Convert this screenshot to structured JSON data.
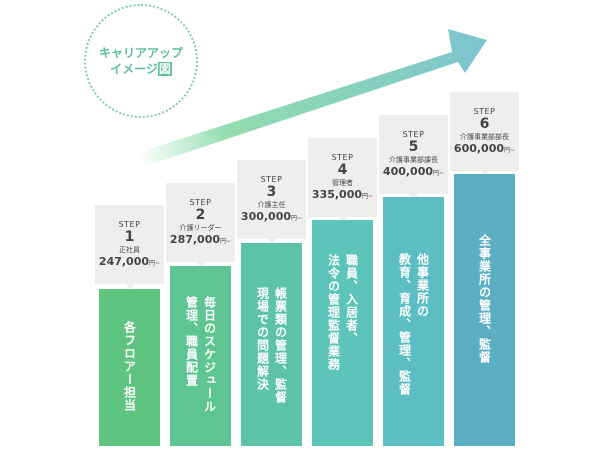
{
  "badge": {
    "line1": "キャリアアップ",
    "line2_text": "イメージ",
    "line2_highlight": "図",
    "border_color": "#7fc9b5",
    "text_color": "#5cbf9f"
  },
  "arrow": {
    "gradient_start": "#7fd6a0",
    "gradient_end": "#7cc4d0"
  },
  "steps": [
    {
      "label": "STEP",
      "number": "1",
      "role": "正社員",
      "salary": "247,000",
      "suffix": "円~",
      "duties": [
        "各フロアー担当"
      ],
      "color": "#5fc47f"
    },
    {
      "label": "STEP",
      "number": "2",
      "role": "介護リーダー",
      "salary": "287,000",
      "suffix": "円~",
      "duties": [
        "毎日のスケジュール",
        "管理、職員配置"
      ],
      "color": "#5ec491"
    },
    {
      "label": "STEP",
      "number": "3",
      "role": "介護主任",
      "salary": "300,000",
      "suffix": "円~",
      "duties": [
        "帳票類の管理、監督",
        "現場での問題解決"
      ],
      "color": "#5dc3a6"
    },
    {
      "label": "STEP",
      "number": "4",
      "role": "管理者",
      "salary": "335,000",
      "suffix": "円~",
      "duties": [
        "職員、入居者、",
        "法令の管理監督業務"
      ],
      "color": "#5cc4b8"
    },
    {
      "label": "STEP",
      "number": "5",
      "role": "介護事業部課長",
      "salary": "400,000",
      "suffix": "円~",
      "duties": [
        "他事業所の",
        "教育、育成、管理、監督"
      ],
      "color": "#5cbec3"
    },
    {
      "label": "STEP",
      "number": "6",
      "role": "介護事業部部長",
      "salary": "600,000",
      "suffix": "円~",
      "duties": [
        "全事業所の管理、監督"
      ],
      "color": "#5cafc2"
    }
  ]
}
